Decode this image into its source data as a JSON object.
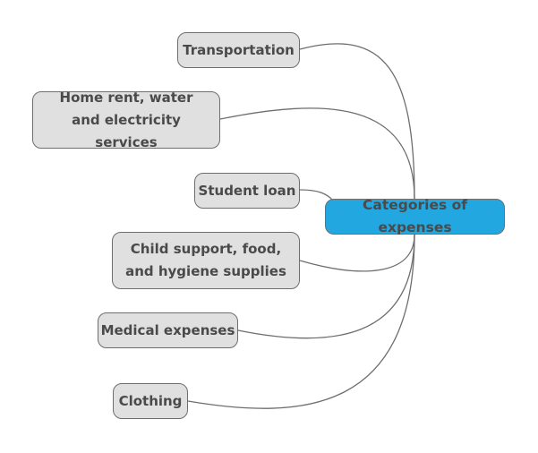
{
  "central_topic": "Categories of expenses",
  "branches": [
    "Transportation",
    "Home rent, water and electricity services",
    "Student loan",
    "Child support, food, and hygiene supplies",
    "Medical expenses",
    "Clothing"
  ],
  "colors": {
    "central": "#22a7e0",
    "branch": "#e0e0e0",
    "line": "#6e6e6e",
    "text": "#4a4a4a"
  }
}
